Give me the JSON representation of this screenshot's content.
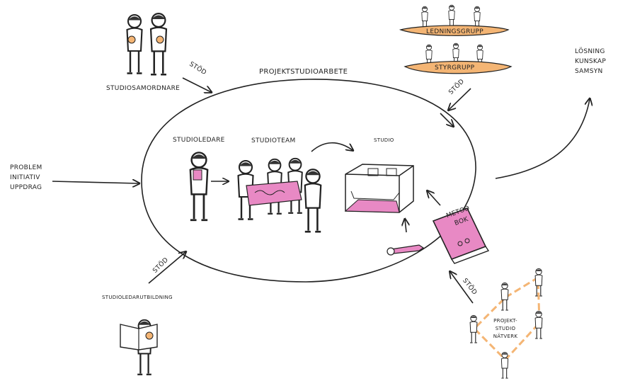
{
  "colors": {
    "ink": "#222222",
    "pink": "#e889c4",
    "orange": "#f4b574",
    "paper": "#ffffff"
  },
  "labels": {
    "projektstudioarbete": "PROJEKTSTUDIOARBETE",
    "studiosamordnare": "STUDIOSAMORDNARE",
    "studioledare": "STUDIOLEDARE",
    "studioteam": "STUDIOTEAM",
    "studio": "STUDIO",
    "ledningsgrupp": "LEDNINGSGRUPP",
    "styrgrupp": "STYRGRUPP",
    "studioledarutbildning": "STUDIOLEDARUTBILDNING",
    "metodbok_line1": "METOD",
    "metodbok_line2": "BOK",
    "natverk_line1": "PROJEKT-",
    "natverk_line2": "STUDIO",
    "natverk_line3": "NÄTVERK",
    "stod": "STÖD"
  },
  "inputs": [
    "PROBLEM",
    "INITIATIV",
    "UPPDRAG"
  ],
  "outputs": [
    "LÖSNING",
    "KUNSKAP",
    "SAMSYN"
  ],
  "icons": [
    "person-icon",
    "rosette-icon",
    "wrench-icon",
    "book-icon",
    "room-icon",
    "arrow-icon",
    "network-icon"
  ]
}
